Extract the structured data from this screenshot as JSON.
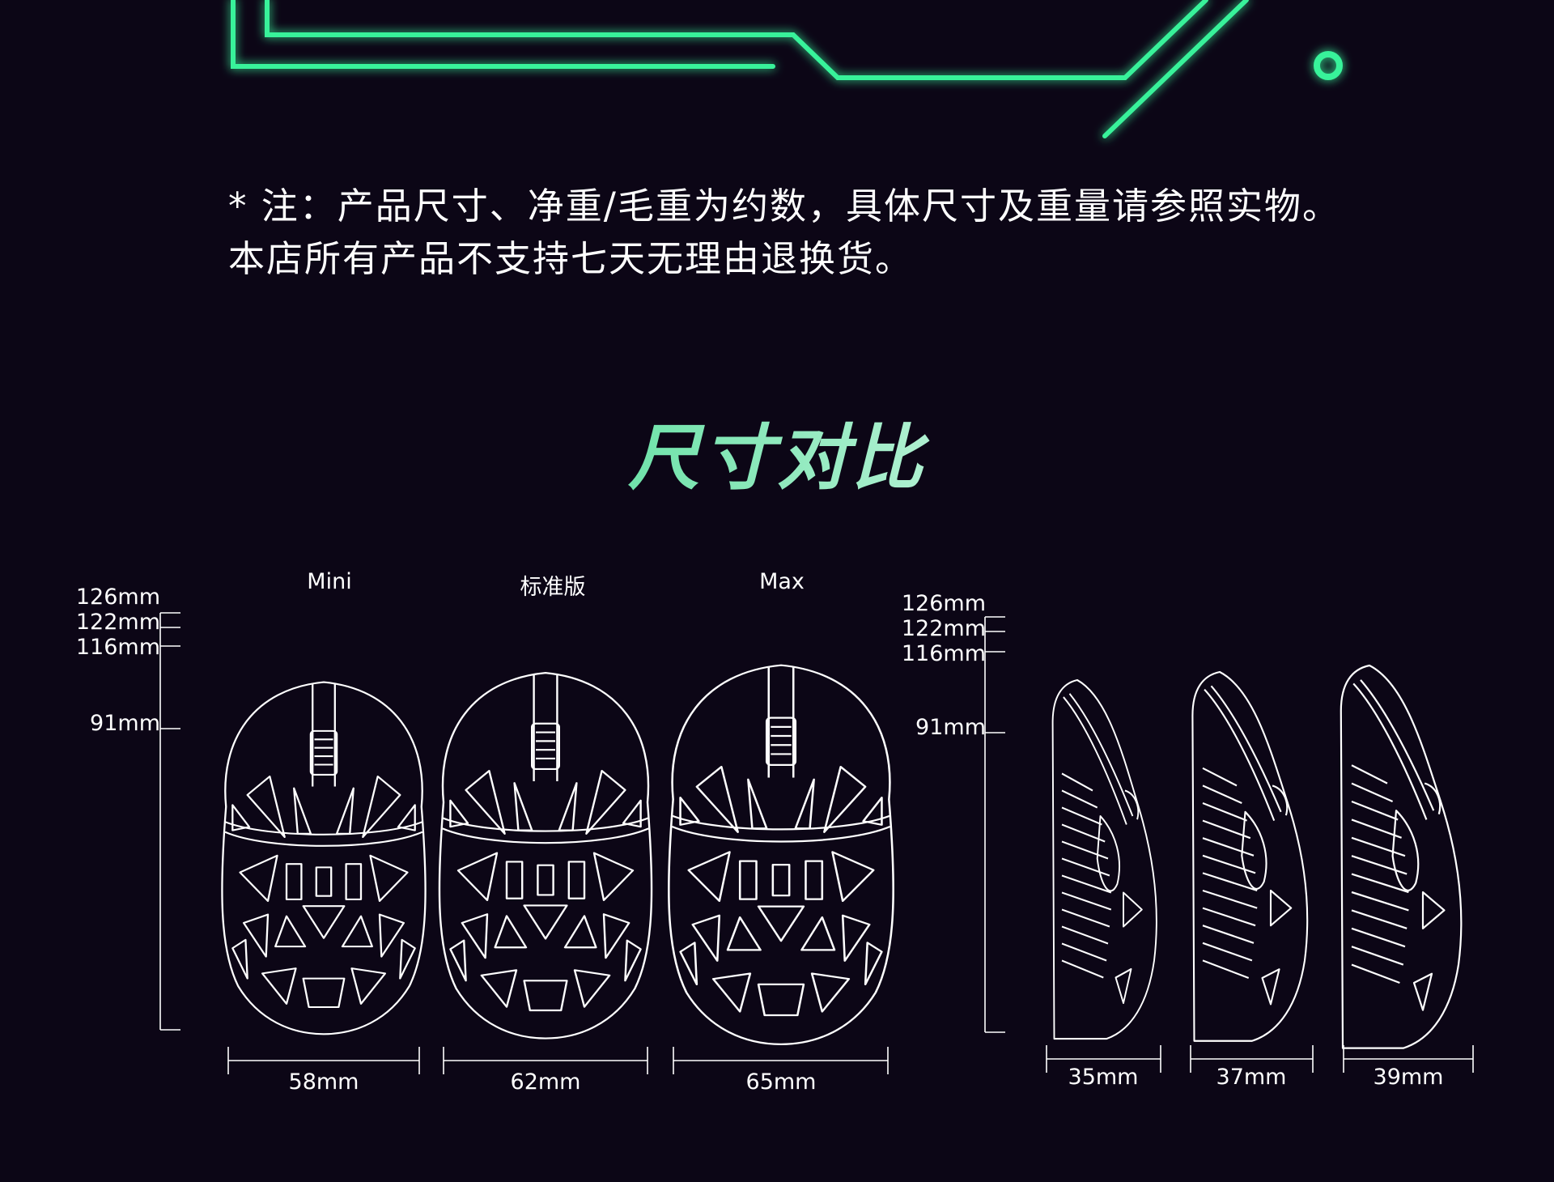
{
  "note": {
    "line1": "* 注：产品尺寸、净重/毛重为约数，具体尺寸及重量请参照实物。",
    "line2": "本店所有产品不支持七天无理由退换货。"
  },
  "section_title": "尺寸对比",
  "accent_color": "#37f29a",
  "top_view": {
    "variants": [
      {
        "name": "Mini",
        "length": "116mm",
        "width": "58mm"
      },
      {
        "name": "标准版",
        "length": "122mm",
        "width": "62mm"
      },
      {
        "name": "Max",
        "length": "126mm",
        "width": "65mm"
      }
    ],
    "scale_ticks": [
      "126mm",
      "122mm",
      "116mm",
      "91mm"
    ]
  },
  "side_view": {
    "scale_ticks": [
      "126mm",
      "122mm",
      "116mm",
      "91mm"
    ],
    "heights": [
      "35mm",
      "37mm",
      "39mm"
    ]
  }
}
